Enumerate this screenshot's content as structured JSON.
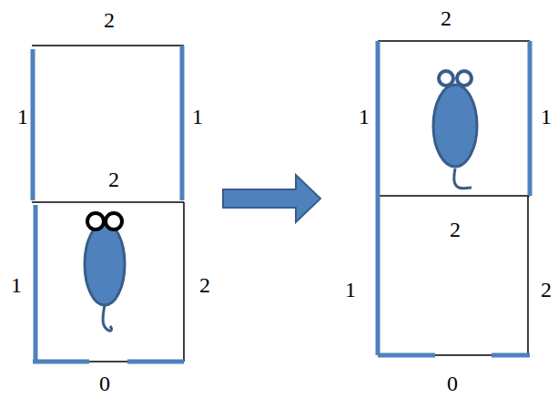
{
  "diagram": {
    "labels": [
      "2",
      "1",
      "1",
      "2",
      "1",
      "2",
      "0",
      "2",
      "1",
      "1",
      "2",
      "1",
      "2",
      "0"
    ]
  }
}
